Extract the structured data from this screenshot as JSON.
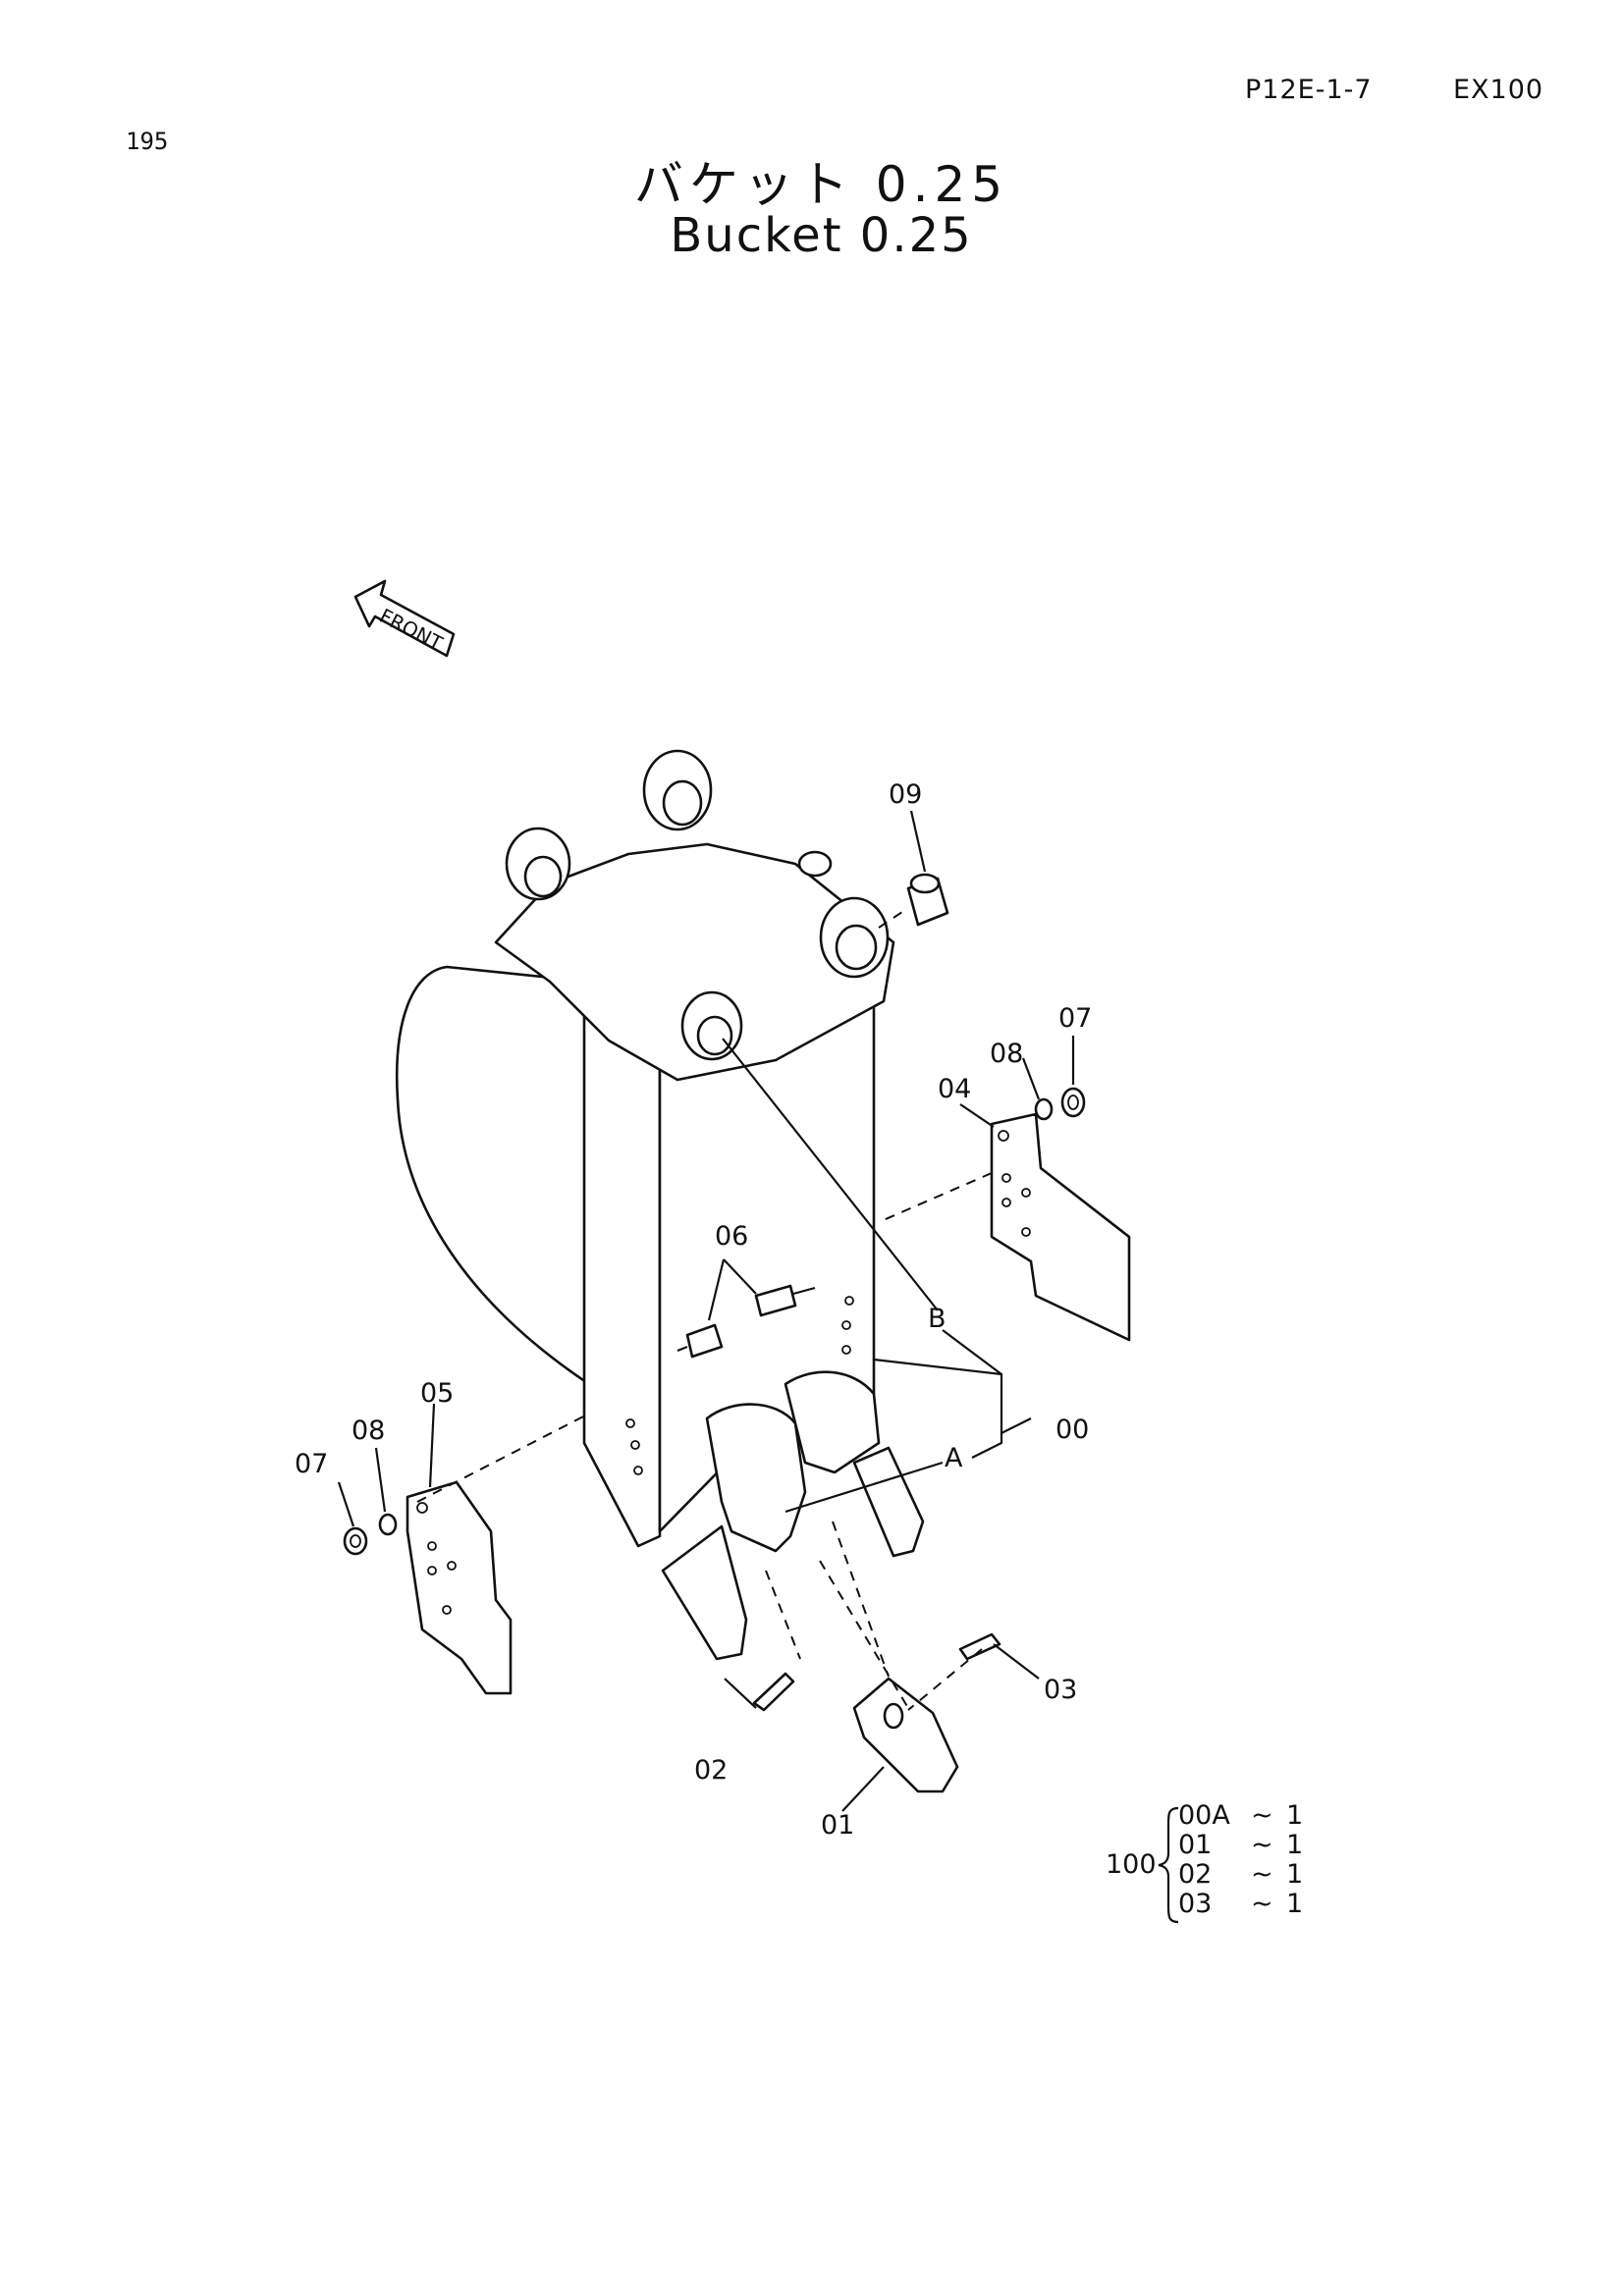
{
  "header": {
    "code": "P12E-1-7",
    "model": "EX100"
  },
  "page_number": "195",
  "title": {
    "japanese": "バケット 0.25",
    "english": "Bucket 0.25"
  },
  "front_arrow": {
    "label": "FRONT"
  },
  "callouts": {
    "c00": "00",
    "c01": "01",
    "c02": "02",
    "c03": "03",
    "c04": "04",
    "c05": "05",
    "c06": "06",
    "c07a": "07",
    "c07b": "07",
    "c08a": "08",
    "c08b": "08",
    "c09": "09",
    "ca": "A",
    "cb": "B"
  },
  "kit": {
    "number": "100",
    "items": [
      {
        "part": "00A",
        "sep": "~",
        "qty": "1"
      },
      {
        "part": "01",
        "sep": "~",
        "qty": "1"
      },
      {
        "part": "02",
        "sep": "~",
        "qty": "1"
      },
      {
        "part": "03",
        "sep": "~",
        "qty": "1"
      }
    ]
  }
}
